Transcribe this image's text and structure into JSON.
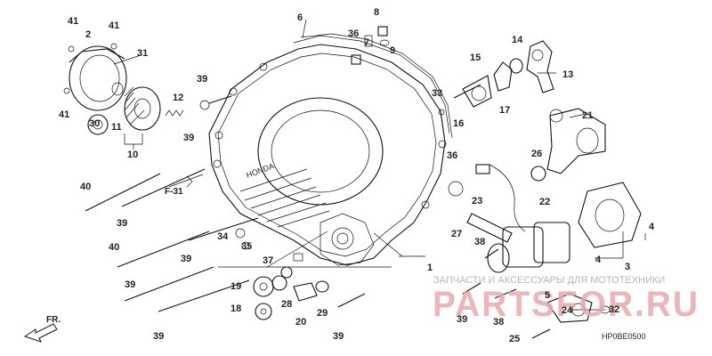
{
  "diagram": {
    "callouts": [
      {
        "id": "c41a",
        "text": "41"
      },
      {
        "id": "c41b",
        "text": "41"
      },
      {
        "id": "c2",
        "text": "2"
      },
      {
        "id": "c31",
        "text": "31"
      },
      {
        "id": "c41c",
        "text": "41"
      },
      {
        "id": "c30",
        "text": "30"
      },
      {
        "id": "c11",
        "text": "11"
      },
      {
        "id": "c10",
        "text": "10"
      },
      {
        "id": "c12",
        "text": "12"
      },
      {
        "id": "c39a",
        "text": "39"
      },
      {
        "id": "c39b",
        "text": "39"
      },
      {
        "id": "c6",
        "text": "6"
      },
      {
        "id": "c8",
        "text": "8"
      },
      {
        "id": "c36a",
        "text": "36"
      },
      {
        "id": "c7",
        "text": "7"
      },
      {
        "id": "c9",
        "text": "9"
      },
      {
        "id": "c14",
        "text": "14"
      },
      {
        "id": "c15",
        "text": "15"
      },
      {
        "id": "c13",
        "text": "13"
      },
      {
        "id": "c33",
        "text": "33"
      },
      {
        "id": "c17",
        "text": "17"
      },
      {
        "id": "c16",
        "text": "16"
      },
      {
        "id": "c21",
        "text": "21"
      },
      {
        "id": "c36b",
        "text": "36"
      },
      {
        "id": "c26",
        "text": "26"
      },
      {
        "id": "c40a",
        "text": "40"
      },
      {
        "id": "c39c",
        "text": "39"
      },
      {
        "id": "c23",
        "text": "23"
      },
      {
        "id": "c22",
        "text": "22"
      },
      {
        "id": "c4a",
        "text": "4"
      },
      {
        "id": "c4b",
        "text": "4"
      },
      {
        "id": "c27",
        "text": "27"
      },
      {
        "id": "c34",
        "text": "34"
      },
      {
        "id": "c35",
        "text": "35"
      },
      {
        "id": "c40b",
        "text": "40"
      },
      {
        "id": "c39d",
        "text": "39"
      },
      {
        "id": "c38a",
        "text": "38"
      },
      {
        "id": "c37",
        "text": "37"
      },
      {
        "id": "c1",
        "text": "1"
      },
      {
        "id": "c3",
        "text": "3"
      },
      {
        "id": "c39e",
        "text": "39"
      },
      {
        "id": "c19",
        "text": "19"
      },
      {
        "id": "c28",
        "text": "28"
      },
      {
        "id": "c18",
        "text": "18"
      },
      {
        "id": "c20",
        "text": "20"
      },
      {
        "id": "c29",
        "text": "29"
      },
      {
        "id": "c39f",
        "text": "39"
      },
      {
        "id": "c39g",
        "text": "39"
      },
      {
        "id": "c38b",
        "text": "38"
      },
      {
        "id": "c5",
        "text": "5"
      },
      {
        "id": "c24",
        "text": "24"
      },
      {
        "id": "c32",
        "text": "32"
      },
      {
        "id": "c25",
        "text": "25"
      },
      {
        "id": "c39h",
        "text": "39"
      }
    ],
    "ref_f31": "F-31",
    "front_label": "FR.",
    "diagram_code": "HP0BE0500",
    "cover_brand": "HONDA"
  },
  "watermark": {
    "logo_text": "PARTSFOR.RU",
    "tagline": "ЗАПЧАСТИ И АКСЕССУАРЫ ДЛЯ МОТОТЕХНИКИ",
    "logo_color": "#e8a9ad"
  }
}
